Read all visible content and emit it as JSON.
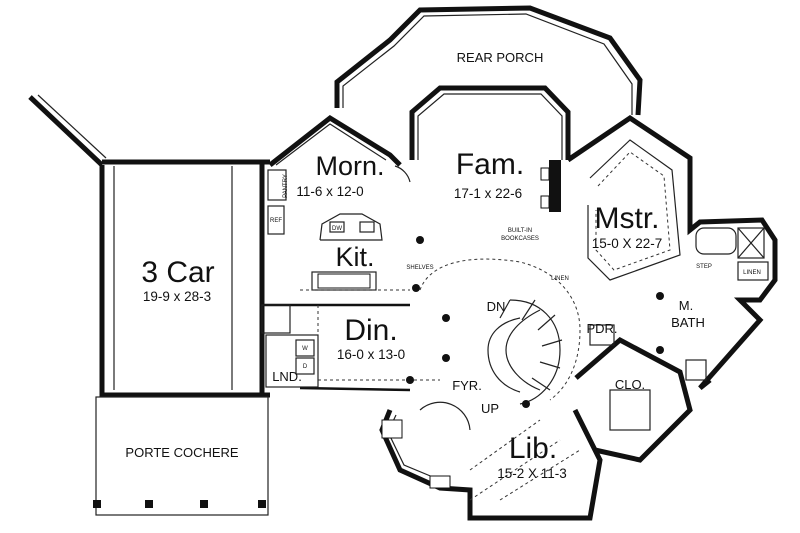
{
  "rooms": {
    "rear_porch": "REAR PORCH",
    "morning": {
      "name": "Morn.",
      "dim": "11-6 x 12-0"
    },
    "family": {
      "name": "Fam.",
      "dim": "17-1 x 22-6"
    },
    "master": {
      "name": "Mstr.",
      "dim": "15-0 X 22-7"
    },
    "garage": {
      "name": "3 Car",
      "dim": "19-9 x 28-3"
    },
    "kitchen": {
      "name": "Kit."
    },
    "dining": {
      "name": "Din.",
      "dim": "16-0 x 13-0"
    },
    "laundry": "LND.",
    "foyer": "FYR.",
    "library": {
      "name": "Lib.",
      "dim": "15-2 X 11-3"
    },
    "closet": "CLO.",
    "powder": "PDR.",
    "master_bath_1": "M.",
    "master_bath_2": "BATH",
    "porte_cochere": "PORTE COCHERE"
  },
  "labels": {
    "dn": "DN",
    "up": "UP",
    "pantry": "PANTRY",
    "ref": "REF",
    "dw": "DW",
    "shelves": "SHELVES",
    "built_in_1": "BUILT-IN",
    "built_in_2": "BOOKCASES",
    "linen": "LINEN",
    "linen2": "LINEN",
    "step": "STEP",
    "washer": "W",
    "dryer": "D"
  }
}
